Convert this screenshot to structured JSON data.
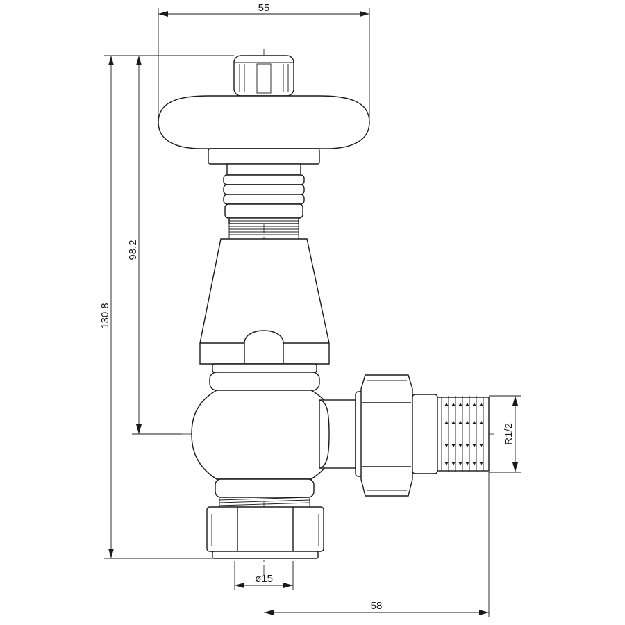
{
  "drawing": {
    "dimensions": {
      "overall_width": "55",
      "overall_height": "130.8",
      "center_height": "98.2",
      "inlet_diameter": "ø15",
      "outlet_thread": "R1/2",
      "outlet_length": "58"
    },
    "line_color": "#1a1a1a",
    "background_color": "#ffffff"
  }
}
